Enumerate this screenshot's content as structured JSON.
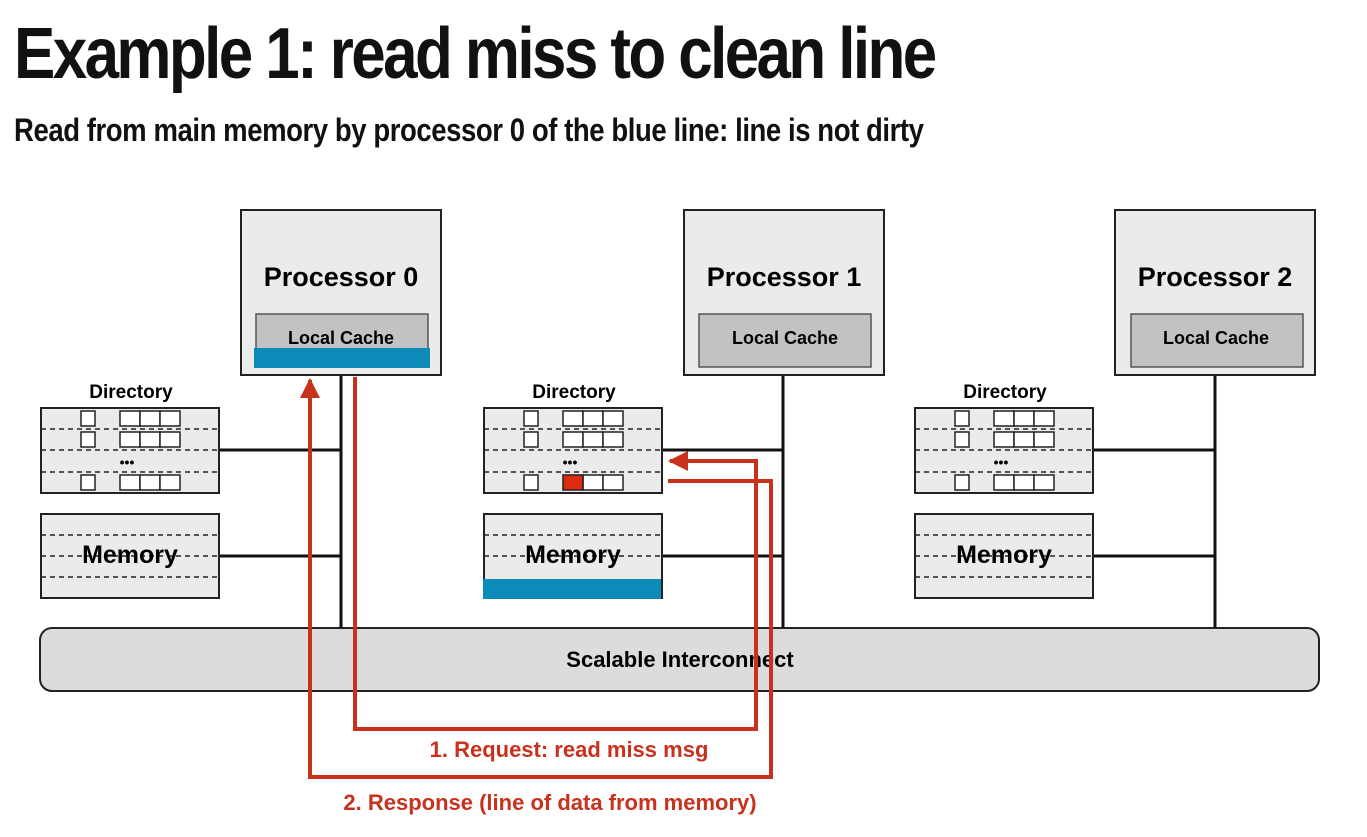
{
  "title": "Example 1: read miss to clean line",
  "subtitle": "Read from main memory by processor 0 of the blue line: line is not dirty",
  "nodes": [
    {
      "processor": "Processor 0",
      "cache": "Local Cache",
      "directory": "Directory",
      "memory": "Memory"
    },
    {
      "processor": "Processor 1",
      "cache": "Local Cache",
      "directory": "Directory",
      "memory": "Memory"
    },
    {
      "processor": "Processor 2",
      "cache": "Local Cache",
      "directory": "Directory",
      "memory": "Memory"
    }
  ],
  "directory_ellipsis": "•••",
  "interconnect": "Scalable Interconnect",
  "messages": {
    "request": "1. Request: read miss msg",
    "response": "2. Response (line of data from memory)"
  },
  "colors": {
    "box_fill": "#ebebeb",
    "cache_fill": "#c2c2c2",
    "interconnect_fill": "#dcdcdc",
    "blue_line": "#0b8bb8",
    "message_red": "#c8321c",
    "dirty_bit_red": "#dd2a10"
  }
}
